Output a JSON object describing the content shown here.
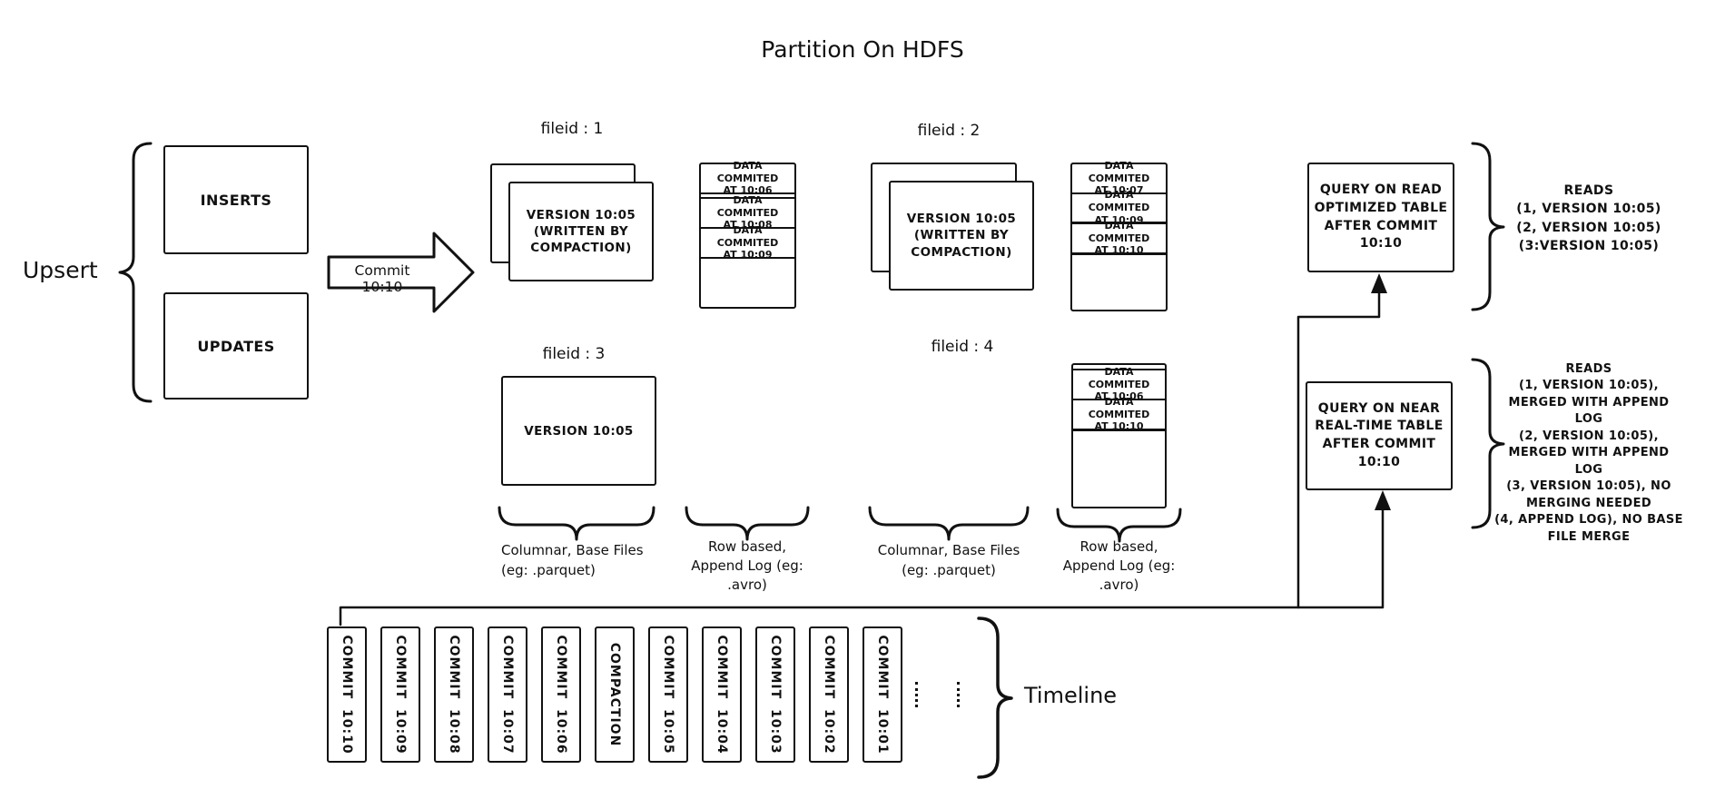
{
  "title": "Partition On HDFS",
  "upsert": {
    "label": "Upsert",
    "inserts": "INSERTS",
    "updates": "UPDATES",
    "commit_arrow": "Commit 10:10"
  },
  "file_groups": {
    "fg1": {
      "label": "fileid : 1",
      "version": "VERSION 10:05\n(WRITTEN BY\nCOMPACTION)"
    },
    "fg2": {
      "label": "fileid : 2",
      "version": "VERSION 10:05\n(WRITTEN BY\nCOMPACTION)"
    },
    "fg3": {
      "label": "fileid : 3",
      "version": "VERSION 10:05"
    },
    "fg4": {
      "label": "fileid : 4"
    }
  },
  "append_logs": {
    "log1": {
      "rows": [
        "DATA COMMITED\nAT 10:06",
        "DATA COMMITED\nAT 10:08",
        "DATA COMMITED\nAT 10:09"
      ]
    },
    "log2": {
      "rows": [
        "DATA COMMITED\nAT 10:07",
        "DATA COMMITED\nAT 10:09",
        "DATA COMMITED\nAT 10:10"
      ]
    },
    "log4": {
      "rows": [
        "DATA COMMITED\nAT 10:06",
        "DATA COMMITED\nAT 10:10"
      ]
    }
  },
  "legend": {
    "columnar1": "Columnar, Base Files\n(eg: .parquet)",
    "row_based1": "Row based,\nAppend Log  (eg:\n.avro)",
    "columnar2": "Columnar, Base Files\n(eg: .parquet)",
    "row_based2": "Row based,\nAppend Log  (eg:\n.avro)"
  },
  "queries": {
    "read_optimized": {
      "box": "QUERY ON READ\nOPTIMIZED TABLE\nAFTER COMMIT\n10:10",
      "reads": "READS\n(1, VERSION 10:05)\n(2, VERSION 10:05)\n(3:VERSION 10:05)"
    },
    "near_real_time": {
      "box": "QUERY ON NEAR\nREAL-TIME TABLE\nAFTER COMMIT\n10:10",
      "reads": "READS\n(1, VERSION 10:05),\nMERGED WITH APPEND LOG\n(2, VERSION 10:05),\nMERGED WITH APPEND LOG\n(3, VERSION 10:05), NO\nMERGING NEEDED\n(4, APPEND LOG), NO BASE\nFILE MERGE"
    }
  },
  "timeline": {
    "label": "Timeline",
    "entries": [
      "COMMIT 10:10",
      "COMMIT 10:09",
      "COMMIT 10:08",
      "COMMIT 10:07",
      "COMMIT 10:06",
      "COMPACTION",
      "COMMIT 10:05",
      "COMMIT 10:04",
      "COMMIT 10:03",
      "COMMIT 10:02",
      "COMMIT 10:01"
    ]
  }
}
